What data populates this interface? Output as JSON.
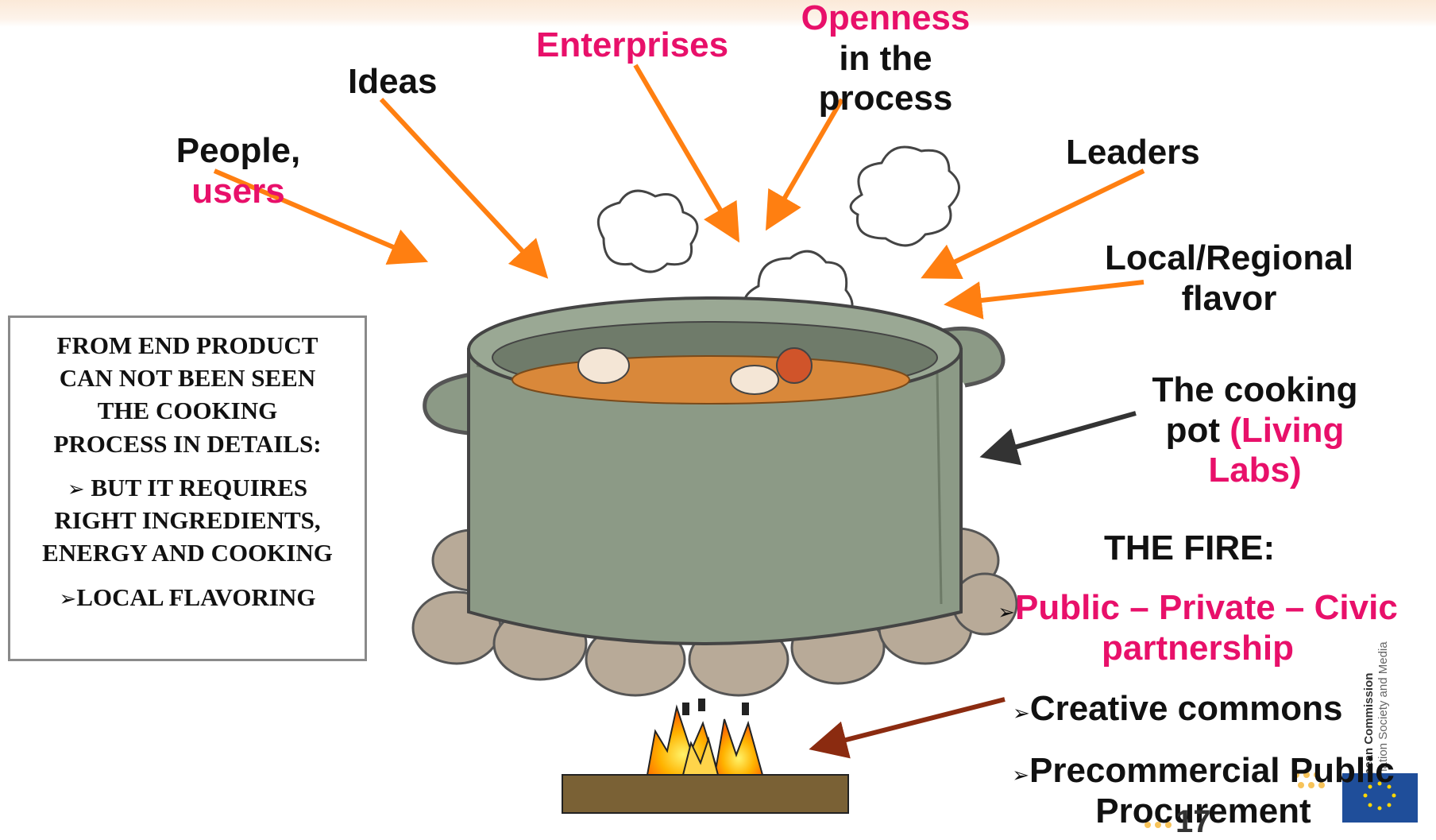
{
  "labels": {
    "people": "People,",
    "users": "users",
    "ideas": "Ideas",
    "enterprises": "Enterprises",
    "openness_1": "Openness",
    "openness_2": "in the",
    "openness_3": "process",
    "leaders": "Leaders",
    "local_1": "Local/Regional",
    "local_2": "flavor",
    "pot_1": "The cooking",
    "pot_2": "pot",
    "pot_3": "(Living",
    "pot_4": "Labs)",
    "fire_title": "THE FIRE:",
    "fire_bullet": "➢",
    "fire_item1_line1": "Public – Private – Civic",
    "fire_item1_line2": "partnership",
    "fire_item2": "Creative commons",
    "fire_item3_line1": "Precommercial Public",
    "fire_item3_line2": "Procurement"
  },
  "note_box": {
    "line1": "FROM END PRODUCT",
    "line2": "CAN NOT BEEN SEEN",
    "line3": "THE COOKING",
    "line4": "PROCESS IN DETAILS:",
    "bullet": "➢",
    "b1_line1": "BUT IT REQUIRES",
    "b1_line2": "RIGHT INGREDIENTS,",
    "b1_line3": "ENERGY AND COOKING",
    "b2": "LOCAL FLAVORING"
  },
  "logo": {
    "text_line1": "European Commission",
    "text_line2": "Information Society and Media"
  },
  "slide_number": "17",
  "colors": {
    "arrow_orange": "#ff7f11",
    "arrow_dark": "#333333",
    "arrow_brown": "#8b2b10",
    "accent_pink": "#e8106a",
    "pot_body": "#8c9a86",
    "soup": "#d9883a",
    "eu_blue": "#1f4e9a"
  }
}
